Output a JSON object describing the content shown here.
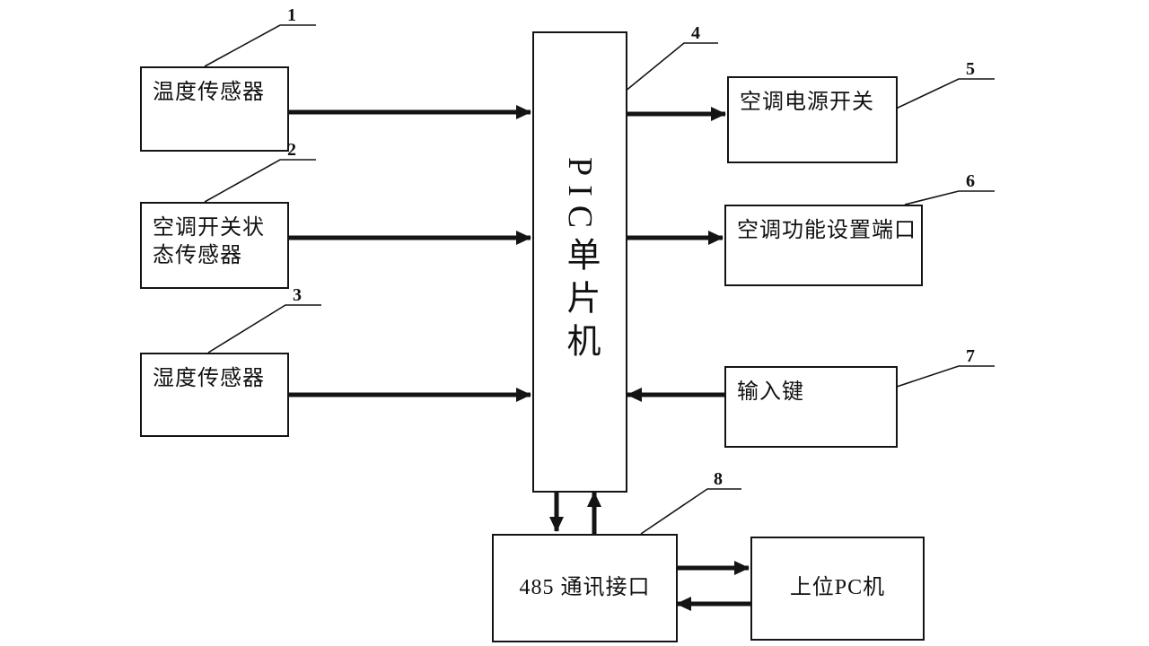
{
  "figure": {
    "colors": {
      "line": "#141414",
      "background": "#ffffff"
    },
    "nodes": {
      "temp_sensor": {
        "ref": "1",
        "label": "温度传感器"
      },
      "ac_switch_state_sensor": {
        "ref": "2",
        "label": "空调开关状\n态传感器"
      },
      "humidity_sensor": {
        "ref": "3",
        "label": "湿度传感器"
      },
      "pic_mcu": {
        "ref": "4",
        "label": "PIC单片机"
      },
      "ac_power_switch": {
        "ref": "5",
        "label": "空调电源开关"
      },
      "ac_function_port": {
        "ref": "6",
        "label": "空调功能设置端口"
      },
      "input_keys": {
        "ref": "7",
        "label": "输入键"
      },
      "comm_485": {
        "ref": "8",
        "label": "485 通讯接口"
      },
      "host_pc": {
        "label": "上位PC机"
      }
    },
    "edges": [
      {
        "from": "temp_sensor",
        "to": "pic_mcu",
        "direction": "right"
      },
      {
        "from": "ac_switch_state_sensor",
        "to": "pic_mcu",
        "direction": "right"
      },
      {
        "from": "humidity_sensor",
        "to": "pic_mcu",
        "direction": "right"
      },
      {
        "from": "pic_mcu",
        "to": "ac_power_switch",
        "direction": "right"
      },
      {
        "from": "pic_mcu",
        "to": "ac_function_port",
        "direction": "right"
      },
      {
        "from": "input_keys",
        "to": "pic_mcu",
        "direction": "left"
      },
      {
        "from": "pic_mcu",
        "to": "comm_485",
        "direction": "down"
      },
      {
        "from": "comm_485",
        "to": "pic_mcu",
        "direction": "up"
      },
      {
        "from": "comm_485",
        "to": "host_pc",
        "direction": "right"
      },
      {
        "from": "host_pc",
        "to": "comm_485",
        "direction": "left"
      }
    ]
  }
}
